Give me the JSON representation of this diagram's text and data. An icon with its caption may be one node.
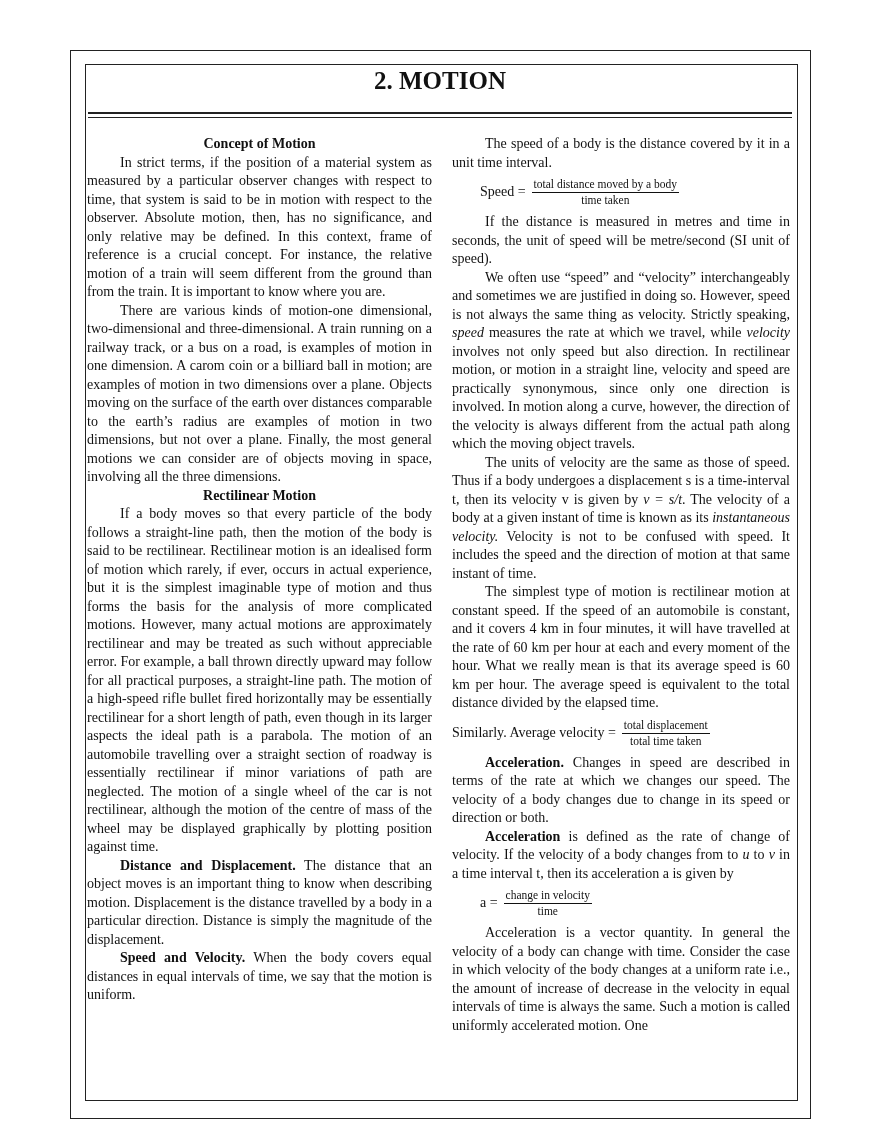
{
  "diagram": {
    "title": "2. MOTION",
    "labels": [
      "Concept of Motion",
      "In strict terms, if the position of a material system as measured by a particular observer changes with respect to time, that system is said to be in motion with respect to the observer. Absolute motion, then, has no significance, and only relative may be defined. In this context, frame of reference is a crucial concept. For instance, the relative motion of a train will seem different from the ground than from the train. It is important to know where you are.",
      "There are various kinds of motion-one dimensional, two-dimensional and three-dimensional. A train running on a railway track, or a bus on a road, is examples of motion in one dimension. A carom coin or a billiard ball in motion; are examples of motion in two dimensions over a plane. Objects moving on the surface of the earth over distances comparable to the earth’s radius are examples of motion in two dimensions, but not over a plane. Finally, the most general motions we can consider are of objects moving in space, involving all the three dimensions.",
      "Rectilinear Motion",
      "If a body moves so that every particle of the body follows a straight-line path, then the motion of the body is said to be rectilinear. Rectilinear motion is an idealised form of motion which rarely, if ever, occurs in actual experience, but it is the simplest imaginable type of motion and thus forms the basis for the analysis of more complicated motions. However, many actual motions are approximately rectilinear and may be treated as such without appreciable error. For example, a ball thrown directly upward may follow for all practical purposes, a straight-line path. The motion of a high-speed rifle bullet fired horizontally may be essentially rectilinear for a short length of path, even though in its larger aspects the ideal path is a parabola. The motion of an automobile travelling over a straight section of roadway is essentially rectilinear if minor variations of path are neglected. The motion of a single wheel of the car is not rectilinear, although the motion of the centre of mass of the wheel may be displayed graphically by plotting position against time.",
      "**Distance and Displacement.** The distance that an object moves is an important thing to know when describing motion. Displacement is the distance travelled by a body in a particular direction. Distance is simply the magnitude of the displacement.",
      "**Speed and Velocity.** When the body covers equal distances in equal intervals of time, we say that the motion is uniform.",
      "The speed of a body is the distance covered by it in a unit time interval.",
      "Speed =",
      "total distance moved by a body",
      "time taken",
      "If the distance is measured in metres and time in seconds, the unit of speed will be metre/second (SI unit of speed).",
      "We often use “speed” and “velocity” interchangeably and sometimes we are justified in doing so. However, speed is not always the same thing as velocity. Strictly speaking, *speed* measures the rate at which we travel, while *velocity* involves not only speed but also direction. In rectilinear motion, or motion in a straight line, velocity and speed are practically synonymous, since only one direction is involved. In motion along a curve, however, the direction of the velocity is always different from the actual path along which the moving object travels.",
      "The units of velocity are the same as those of speed. Thus if a body undergoes a displacement s is a time-interval t, then its velocity v is given by *v = s/t*. The velocity of a body at a given instant of time is known as its *instantaneous velocity.* Velocity is not to be confused with speed. It includes the speed and the direction of motion at that same instant of time.",
      "The simplest type of motion is rectilinear motion at constant speed. If the speed of an automobile is constant, and it covers 4 km in four minutes, it will have travelled at the rate of 60 km per hour at each and every moment of the hour. What we really mean is that its average speed is 60 km per hour. The average speed is equivalent to the total distance divided by the elapsed time.",
      "Similarly. Average velocity =",
      "total displacement",
      "total time taken",
      "**Acceleration.** Changes in speed are described in terms of the rate at which we changes our speed. The velocity of a body changes due to change in its speed or direction or both.",
      "**Acceleration** is defined as the rate of change of velocity. If the velocity of a body changes from to *u* to *v* in a time interval t, then its acceleration a is given by",
      "a =",
      "change in velocity",
      "time",
      "Acceleration is a vector quantity. In general the velocity of a body can change with time. Consider the case in which velocity of the body changes at a uniform rate i.e., the amount of increase of decrease in the velocity in equal intervals of time is always the same. Such a motion is called uniformly accelerated motion. One"
    ]
  }
}
